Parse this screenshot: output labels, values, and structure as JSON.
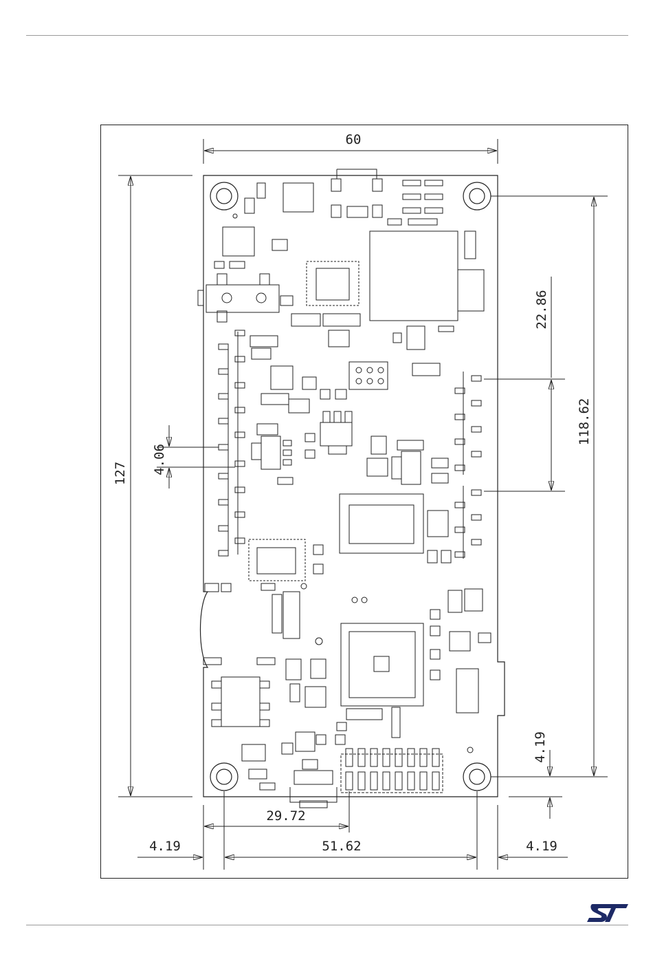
{
  "drawing": {
    "dimensions": {
      "board_width": "60",
      "board_height": "127",
      "hole_spacing_vertical": "118.62",
      "hole_spacing_horizontal": "51.62",
      "connector_span": "22.86",
      "pin_pitch": "4.06",
      "hole_offset_left": "4.19",
      "hole_offset_right": "4.19",
      "hole_offset_bottom": "4.19",
      "connector_offset": "29.72"
    }
  },
  "colors": {
    "ink": "#222222",
    "logo": "#1d2a66",
    "rule": "#9a9a9a"
  },
  "logo": {
    "icon": "st-logo-icon"
  }
}
